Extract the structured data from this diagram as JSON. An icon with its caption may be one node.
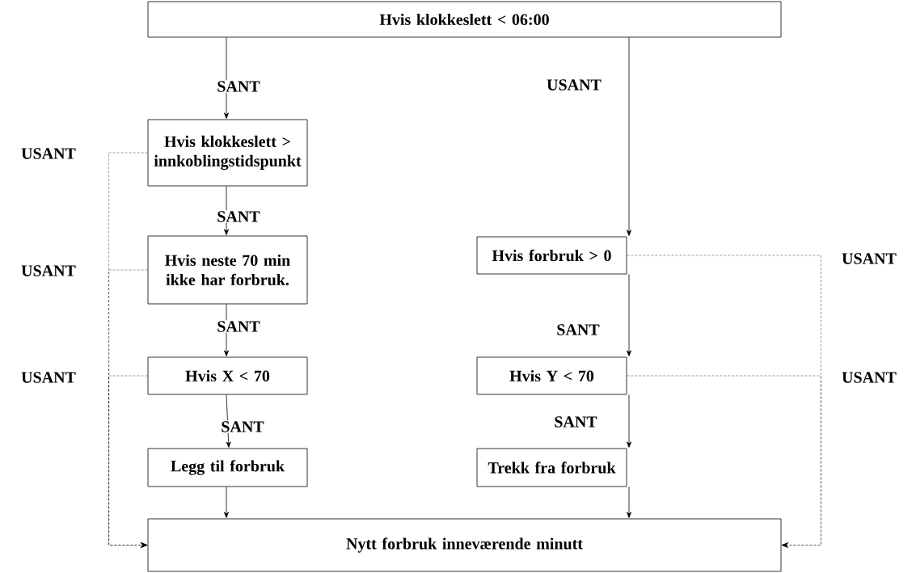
{
  "diagram": {
    "nodes": [
      {
        "text": [
          "Hvis klokkeslett < 06:00"
        ]
      },
      {
        "text": [
          "Hvis klokkeslett > innkoblingstidspunkt"
        ]
      },
      {
        "text": [
          "Hvis neste 70 min ikke har forbruk."
        ]
      },
      {
        "text": [
          "Hvis X < 70"
        ]
      },
      {
        "text": [
          "Legg til forbruk"
        ]
      },
      {
        "text": [
          "Hvis forbruk > 0"
        ]
      },
      {
        "text": [
          "Hvis Y < 70"
        ]
      },
      {
        "text": [
          "Trekk fra forbruk"
        ]
      },
      {
        "text": [
          "Nytt forbruk inneværende minutt"
        ]
      }
    ],
    "edges": [
      {
        "from": 0,
        "to": 1,
        "arrow": "to",
        "label": "SANT"
      },
      {
        "from": 0,
        "to": 5,
        "arrow": "to",
        "label": "USANT"
      },
      {
        "from": 1,
        "to": 2,
        "arrow": "to",
        "label": "SANT"
      },
      {
        "from": 2,
        "to": 3,
        "arrow": "to",
        "label": "SANT"
      },
      {
        "from": 3,
        "to": 4,
        "arrow": "to",
        "label": "SANT"
      },
      {
        "from": 4,
        "to": 8,
        "arrow": "to"
      },
      {
        "from": 5,
        "to": 6,
        "arrow": "to",
        "label": "SANT"
      },
      {
        "from": 6,
        "to": 7,
        "arrow": "to",
        "label": "SANT"
      },
      {
        "from": 7,
        "to": 8,
        "arrow": "to"
      },
      {
        "from": 1,
        "to": 8,
        "arrow": "to",
        "label": "USANT",
        "style": "dashed"
      },
      {
        "from": 2,
        "to": 8,
        "arrow": "to",
        "label": "USANT",
        "style": "dashed"
      },
      {
        "from": 3,
        "to": 8,
        "arrow": "to",
        "label": "USANT",
        "style": "dashed"
      },
      {
        "from": 5,
        "to": 8,
        "arrow": "to",
        "label": "USANT",
        "style": "dashed"
      },
      {
        "from": 6,
        "to": 8,
        "arrow": "to",
        "label": "USANT",
        "style": "dashed"
      }
    ]
  }
}
